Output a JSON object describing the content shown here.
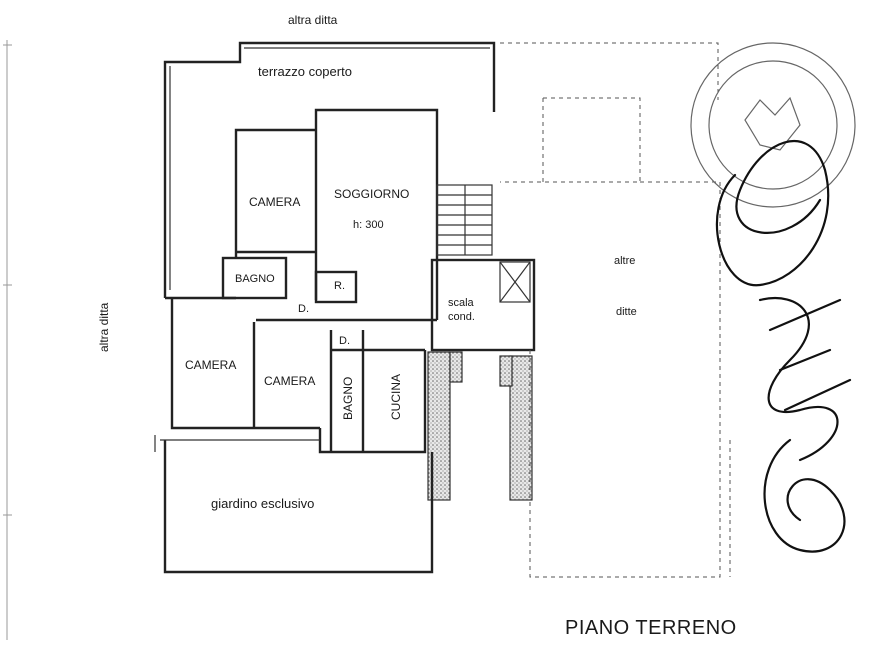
{
  "plan": {
    "floor_title": "PIANO TERRENO",
    "labels": {
      "top_neighbor": "altra ditta",
      "left_neighbor": "altra ditta",
      "covered_terrace": "terrazzo coperto",
      "bedroom_upper": "CAMERA",
      "living_room": "SOGGIORNO",
      "living_height": "h: 300",
      "bathroom_upper": "BAGNO",
      "closet_r": "R.",
      "door_d_1": "D.",
      "door_d_2": "D.",
      "stair_label_1": "scala",
      "stair_label_2": "cond.",
      "bedroom_lower_left": "CAMERA",
      "bedroom_lower_mid": "CAMERA",
      "bathroom_lower": "BAGNO",
      "kitchen": "CUCINA",
      "garden": "giardino esclusivo",
      "other_owners_1": "altre",
      "other_owners_2": "ditte"
    }
  }
}
